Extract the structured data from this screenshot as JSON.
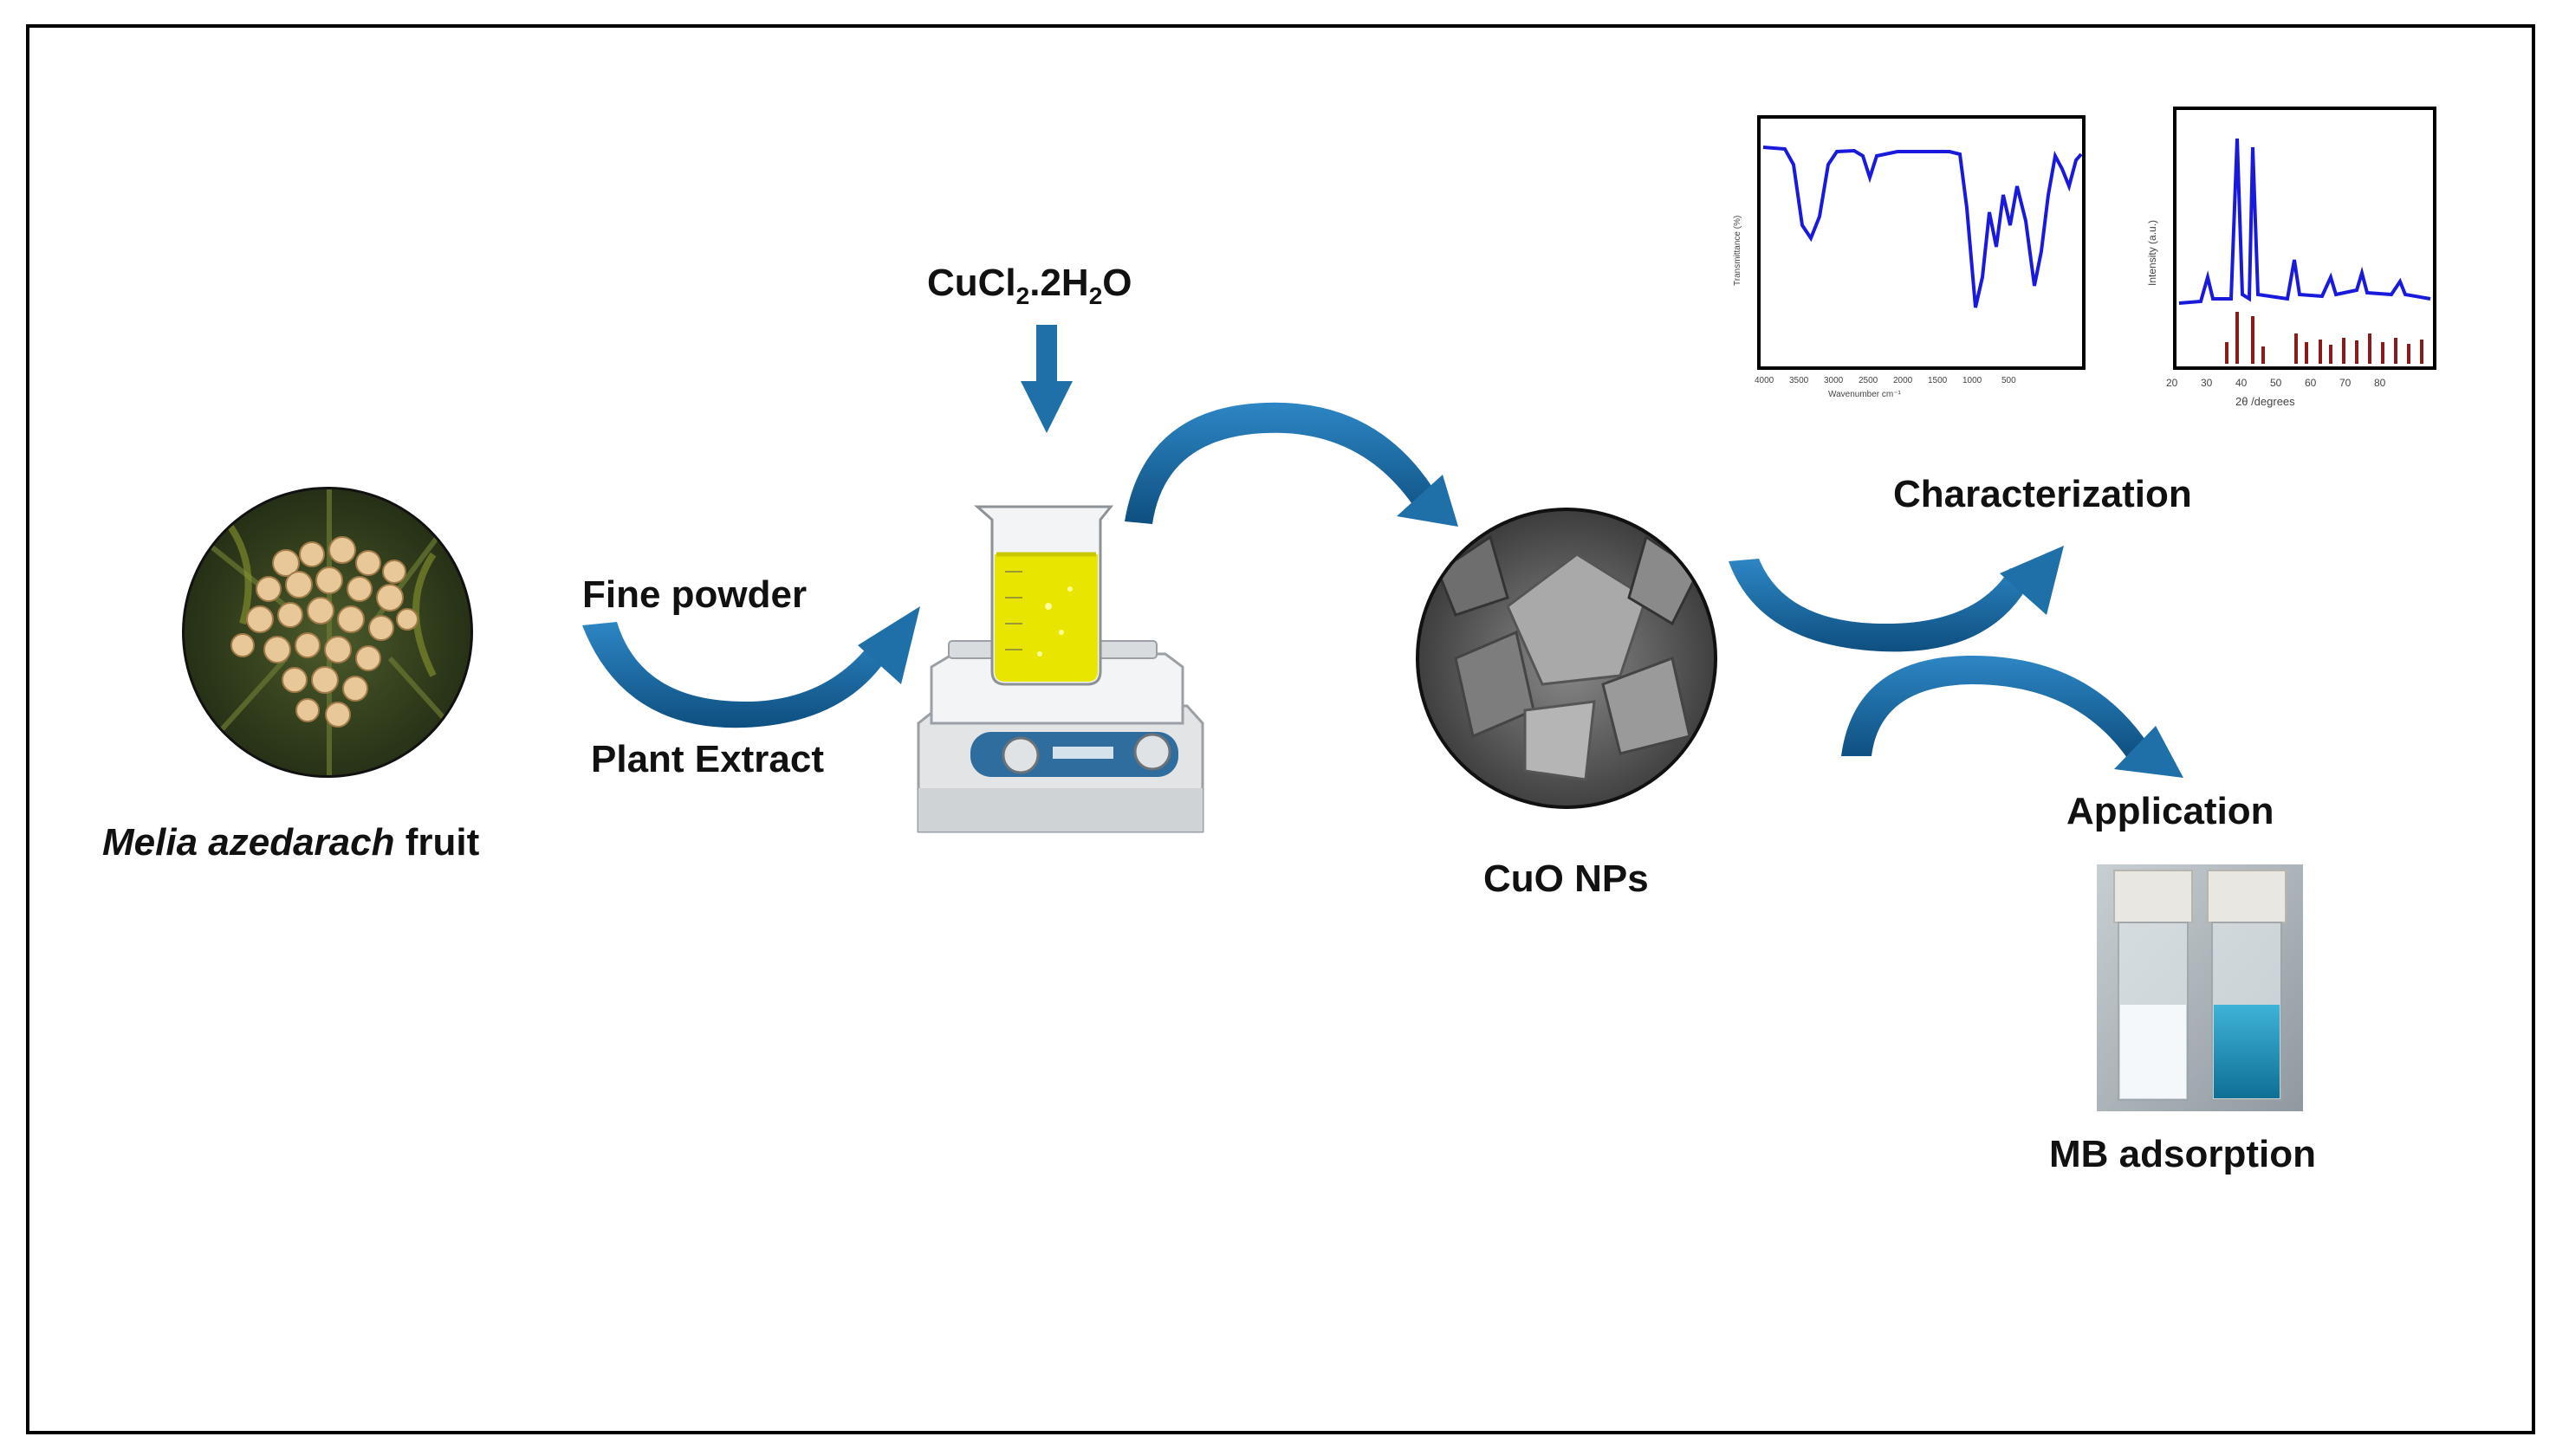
{
  "labels": {
    "reagent_main": "CuCl",
    "reagent_sub1": "2",
    "reagent_mid": ".2H",
    "reagent_sub2": "2",
    "reagent_end": "O",
    "fine_powder": "Fine powder",
    "plant_extract": "Plant Extract",
    "fruit_italic": "Melia azedarach",
    "fruit_plain": " fruit",
    "cuo": "CuO NPs",
    "characterization": "Characterization",
    "application": "Application",
    "mb_adsorption": "MB adsorption"
  },
  "colors": {
    "arrow_blue": "#1f6fa8",
    "arrow_dark": "#0e4f80",
    "spectrum_blue": "#1a1adc",
    "xrd_ref": "#8b1a1a",
    "extract_yellow": "#e8e600",
    "mb_blue": "#1b8fb8"
  }
}
